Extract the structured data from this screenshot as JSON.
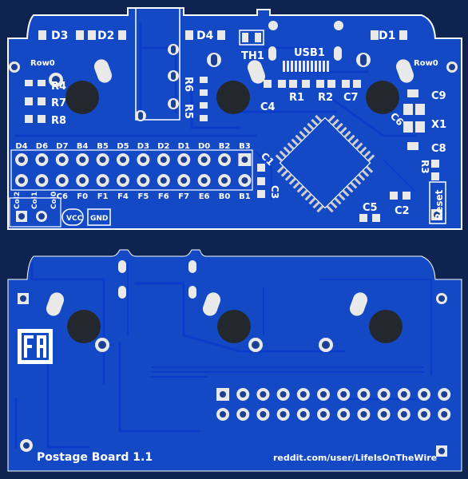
{
  "top_board": {
    "labels": {
      "d3": "D3",
      "d2": "D2",
      "d4": "D4",
      "d1": "D1",
      "th1": "TH1",
      "usb1": "USB1",
      "row0_left": "Row0",
      "row0_right": "Row0",
      "r4": "R4",
      "r7": "R7",
      "r8": "R8",
      "r6": "R6",
      "r5": "R5",
      "r1": "R1",
      "r2": "R2",
      "r3": "R3",
      "c4": "C4",
      "c7": "C7",
      "c9": "C9",
      "c8": "C8",
      "c1": "C1",
      "c3": "C3",
      "c5": "C5",
      "c2": "C2",
      "c6": "C6",
      "x1": "X1",
      "reset": "Reset",
      "col2": "Col2",
      "col1": "Col1",
      "col0": "Col0",
      "vcc": "VCC",
      "gnd": "GND"
    },
    "header_top_labels": [
      "D4",
      "D6",
      "D7",
      "B4",
      "B5",
      "D5",
      "D3",
      "D2",
      "D1",
      "D0",
      "B2",
      "B3"
    ],
    "header_bottom_labels": [
      "C6",
      "F0",
      "F1",
      "F4",
      "F5",
      "F6",
      "F7",
      "E6",
      "B0",
      "B1"
    ]
  },
  "bottom_board": {
    "title": "Postage Board 1.1",
    "url": "reddit.com/user/LifeIsOnTheWire"
  },
  "colors": {
    "background": "#0e2350",
    "board": "#1449c6",
    "silkscreen": "#ffffff",
    "pad": "#e9e9e9"
  }
}
